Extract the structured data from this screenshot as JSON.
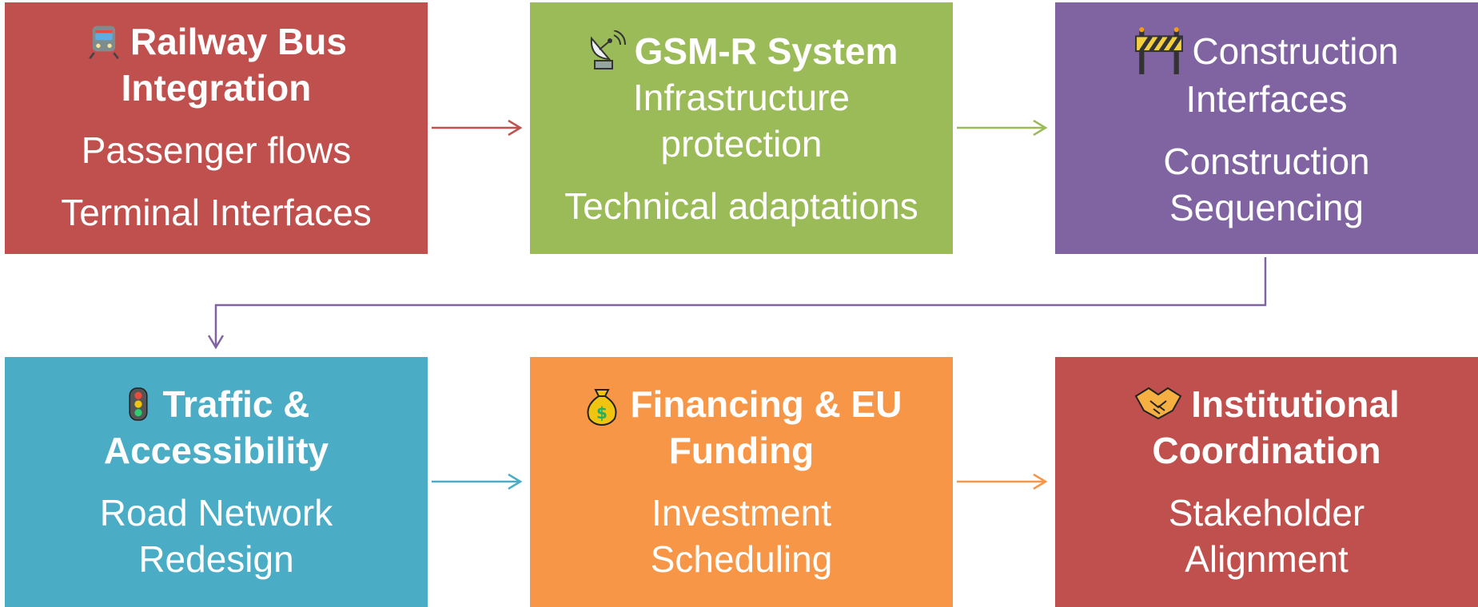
{
  "colors": {
    "box1": "#C0504D",
    "box2": "#9BBB59",
    "box3": "#8064A2",
    "box4": "#4BACC6",
    "box5": "#F79646",
    "box6": "#C0504D"
  },
  "boxes": [
    {
      "icon": "train-icon",
      "title": [
        "Railway Bus",
        "Integration"
      ],
      "items": [
        "Passenger flows",
        "Terminal Interfaces"
      ]
    },
    {
      "icon": "satellite-dish-icon",
      "title": [
        "GSM-R System"
      ],
      "items": [
        "Infrastructure",
        "protection",
        "Technical adaptations"
      ]
    },
    {
      "icon": "construction-barrier-icon",
      "title": [
        "Construction",
        "Interfaces"
      ],
      "items": [
        "Construction",
        "Sequencing"
      ]
    },
    {
      "icon": "traffic-light-icon",
      "title": [
        "Traffic &",
        "Accessibility"
      ],
      "items": [
        "Road Network",
        "Redesign"
      ]
    },
    {
      "icon": "money-bag-icon",
      "title": [
        "Financing & EU",
        "Funding"
      ],
      "items": [
        "Investment",
        "Scheduling"
      ]
    },
    {
      "icon": "handshake-icon",
      "title": [
        "Institutional",
        "Coordination"
      ],
      "items": [
        "Stakeholder",
        "Alignment"
      ]
    }
  ]
}
